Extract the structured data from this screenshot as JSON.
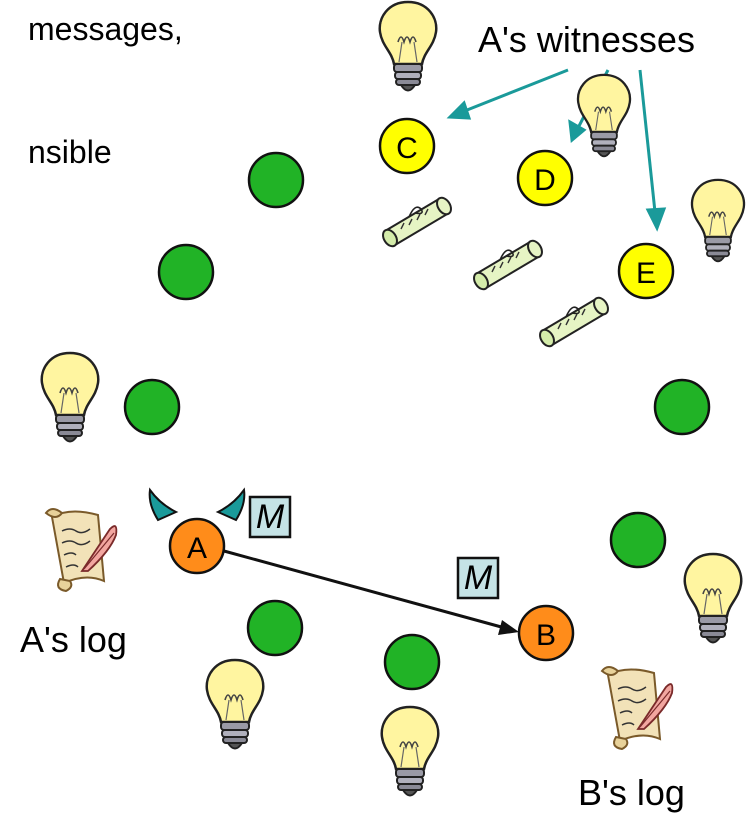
{
  "texts": {
    "top_left_1": "messages,",
    "top_left_2": "nsible",
    "witnesses_label": "A's witnesses",
    "a_log": "A's log",
    "b_log": "B's log"
  },
  "nodes": {
    "A": "A",
    "B": "B",
    "C": "C",
    "D": "D",
    "E": "E"
  },
  "messages": {
    "m1": "M",
    "m2": "M"
  },
  "colors": {
    "green": "#21b326",
    "yellow": "#ffff00",
    "orange": "#ff8c1a",
    "teal": "#1a9a9a",
    "message_box": "#c5e3e6"
  }
}
